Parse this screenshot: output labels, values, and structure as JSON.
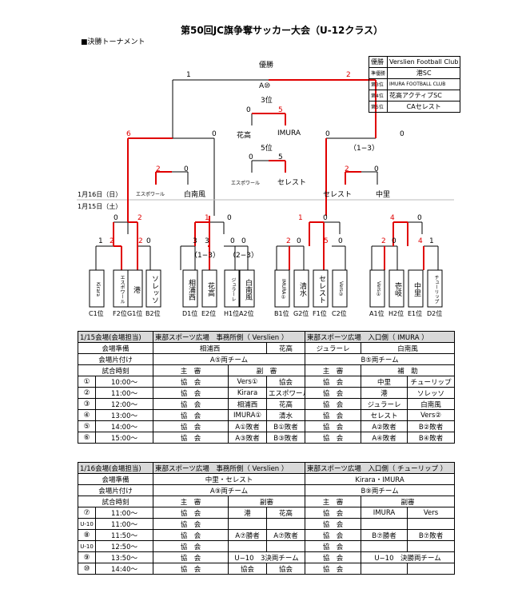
{
  "title": "第50回JC旗争奪サッカー大会（U-12クラス）",
  "section": "■決勝トーナメント",
  "final": {
    "label": "優勝",
    "match": "A⑩",
    "left_score": "1",
    "right_score": "2"
  },
  "third": {
    "label": "3位",
    "left": "花高",
    "right": "IMURA",
    "left_score": "0",
    "right_score": "5"
  },
  "fifth": {
    "label": "5位",
    "left": "エスポワール",
    "right": "セレスト",
    "left_score": "0",
    "right_score": "5"
  },
  "semis": {
    "left_score_l": "6",
    "left_score_r": "0",
    "right_pk": "（1−3）",
    "right_score_l": "0",
    "right_score_r": "0"
  },
  "qf": {
    "l1": [
      "2",
      "0"
    ],
    "l1_team": "エスポワール",
    "l2_team": "白南風",
    "r1": [
      "2",
      "0"
    ],
    "r1_team": "セレスト",
    "r2_team": "中里"
  },
  "dates": {
    "day2": "1月16日（日）",
    "day1": "1月15日（土）"
  },
  "r1_scores": [
    [
      "0",
      "2"
    ],
    [
      "1",
      "0"
    ],
    [
      "1",
      "0"
    ],
    [
      "4",
      "0"
    ]
  ],
  "r0_scores": [
    [
      "1",
      "2",
      "2",
      "0"
    ],
    [
      "3",
      "3",
      "0",
      "0"
    ],
    [
      "2",
      "0",
      "5",
      "0"
    ],
    [
      "2",
      "0",
      "4",
      "1"
    ]
  ],
  "pk": [
    "（1−3）",
    "（2−3）"
  ],
  "teams": [
    {
      "name": "Kirara",
      "seed": "C1位"
    },
    {
      "name": "エスポワール",
      "seed": "F2位"
    },
    {
      "name": "港",
      "seed": "G1位"
    },
    {
      "name": "ソレッソ",
      "seed": "B2位"
    },
    {
      "name": "相浦西",
      "seed": "D1位"
    },
    {
      "name": "花高",
      "seed": "E2位"
    },
    {
      "name": "ジュラーレ",
      "seed": "H1位"
    },
    {
      "name": "白南風",
      "seed": "A2位"
    },
    {
      "name": "IMURA①",
      "seed": "B1位"
    },
    {
      "name": "清水",
      "seed": "G2位"
    },
    {
      "name": "セレスト",
      "seed": "F1位"
    },
    {
      "name": "Vers②",
      "seed": "C2位"
    },
    {
      "name": "Vers①",
      "seed": "A1位"
    },
    {
      "name": "壱岐",
      "seed": "H2位"
    },
    {
      "name": "中里",
      "seed": "E1位"
    },
    {
      "name": "チューリップ",
      "seed": "D2位"
    }
  ],
  "ranking": [
    {
      "rank": "優勝",
      "team": "Verslien Football Club"
    },
    {
      "rank": "準優勝",
      "team": "港SC"
    },
    {
      "rank": "第3位",
      "team": "IMURA FOOTBALL CLUB"
    },
    {
      "rank": "第4位",
      "team": "花高アクティブSC"
    },
    {
      "rank": "第5位",
      "team": "CAセレスト"
    }
  ],
  "day1": {
    "header": [
      "1/15会場(会場担当)",
      "東部スポーツ広場　事務所側（ Verslien ）",
      "東部スポーツ広場　入口側（ IMURA ）"
    ],
    "prep": [
      "会場準備",
      "相浦西",
      "花高",
      "ジュラーレ",
      "白南風"
    ],
    "cleanup": [
      "会場片付け",
      "A⑤両チーム",
      "B⑤両チーム"
    ],
    "cols": [
      "試合時刻",
      "主　審",
      "副　審",
      "主　審",
      "補　助"
    ],
    "rows": [
      [
        "①",
        "10:00〜",
        "協　会",
        "Vers①",
        "協会",
        "協　会",
        "中里",
        "チューリップ"
      ],
      [
        "②",
        "11:00〜",
        "協　会",
        "Kirara",
        "エスポワール",
        "協　会",
        "港",
        "ソレッソ"
      ],
      [
        "③",
        "12:00〜",
        "協　会",
        "相浦西",
        "花高",
        "協　会",
        "ジュラーレ",
        "白南風"
      ],
      [
        "④",
        "13:00〜",
        "協　会",
        "IMURA①",
        "清水",
        "協　会",
        "セレスト",
        "Vers②"
      ],
      [
        "⑤",
        "14:00〜",
        "協　会",
        "A①敗者",
        "B①敗者",
        "協　会",
        "A②敗者",
        "B②敗者"
      ],
      [
        "⑥",
        "15:00〜",
        "協　会",
        "A③敗者",
        "B③敗者",
        "協　会",
        "A④敗者",
        "B④敗者"
      ]
    ]
  },
  "day2": {
    "header": [
      "1/16会場(会場担当)",
      "東部スポーツ広場　事務所側（ Verslien ）",
      "東部スポーツ広場　入口側（ チューリップ ）"
    ],
    "prep": [
      "会場準備",
      "中里・セレスト",
      "Kirara・IMURA"
    ],
    "cleanup": [
      "会場片付け",
      "A⑨両チーム",
      "B⑨両チーム"
    ],
    "cols": [
      "試合時刻",
      "主　審",
      "副審",
      "主　審",
      "副審"
    ],
    "rows": [
      [
        "⑦",
        "11:00〜",
        "協　会",
        "港",
        "花高",
        "協　会",
        "IMURA",
        "Vers"
      ],
      [
        "U-10",
        "11:00〜",
        "協　会",
        "",
        "",
        "協　会",
        "",
        ""
      ],
      [
        "⑧",
        "11:50〜",
        "協　会",
        "A⑦勝者",
        "A⑦敗者",
        "協　会",
        "B⑦勝者",
        "B⑦敗者"
      ],
      [
        "U-10",
        "12:50〜",
        "協　会",
        "",
        "",
        "協　会",
        "",
        ""
      ],
      [
        "⑨",
        "13:50〜",
        "協　会",
        "U−10　3決両チーム",
        "",
        "協　会",
        "U−10　決勝両チーム",
        ""
      ],
      [
        "⑩",
        "14:40〜",
        "協　会",
        "協会",
        "協会",
        "協　会",
        "",
        ""
      ]
    ]
  }
}
